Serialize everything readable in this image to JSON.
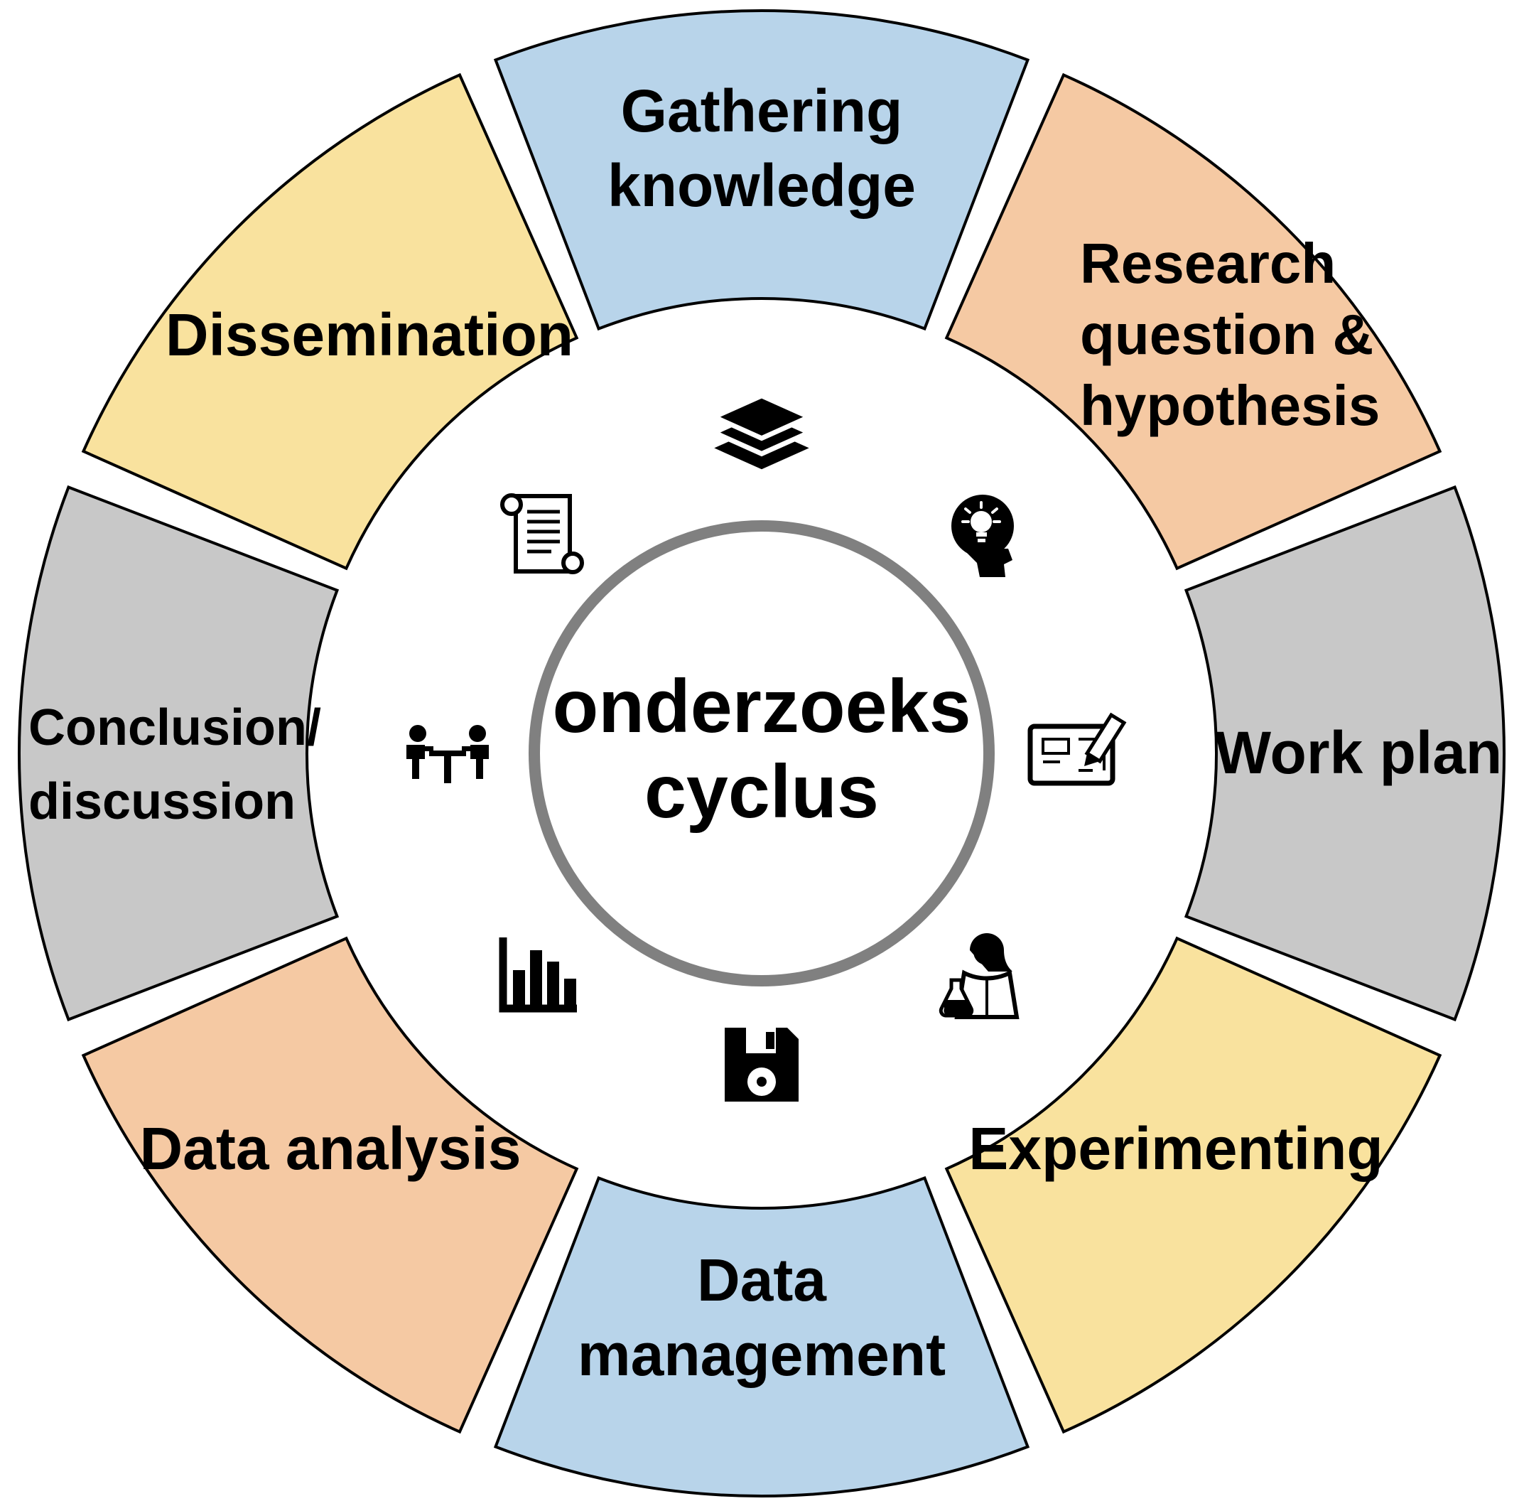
{
  "diagram": {
    "center": {
      "label": "onderzoeks cyclus",
      "lines": [
        "onderzoeks",
        "cyclus"
      ]
    },
    "palette": {
      "blue": "#b8d4ea",
      "orange": "#f5c9a3",
      "gray": "#c8c8c8",
      "yellow": "#f9e29e",
      "outline": "#000000",
      "center_ring": "#808080"
    },
    "segments": [
      {
        "id": "gathering-knowledge",
        "label": "Gathering knowledge",
        "lines": [
          "Gathering",
          "knowledge"
        ],
        "color": "#b8d4ea",
        "icon": "books-icon"
      },
      {
        "id": "research-question-hypothesis",
        "label": "Research question & hypothesis",
        "lines": [
          "Research",
          "question &",
          "hypothesis"
        ],
        "color": "#f5c9a3",
        "icon": "idea-head-icon"
      },
      {
        "id": "work-plan",
        "label": "Work plan",
        "lines": [
          "Work plan"
        ],
        "color": "#c8c8c8",
        "icon": "blueprint-icon"
      },
      {
        "id": "experimenting",
        "label": "Experimenting",
        "lines": [
          "Experimenting"
        ],
        "color": "#f9e29e",
        "icon": "scientist-icon"
      },
      {
        "id": "data-management",
        "label": "Data management",
        "lines": [
          "Data",
          "management"
        ],
        "color": "#b8d4ea",
        "icon": "floppy-disk-icon"
      },
      {
        "id": "data-analysis",
        "label": "Data analysis",
        "lines": [
          "Data analysis"
        ],
        "color": "#f5c9a3",
        "icon": "bar-chart-icon"
      },
      {
        "id": "conclusion-discussion",
        "label": "Conclusion/discussion",
        "lines": [
          "Conclusion/",
          "discussion"
        ],
        "color": "#c8c8c8",
        "icon": "meeting-icon"
      },
      {
        "id": "dissemination",
        "label": "Dissemination",
        "lines": [
          "Dissemination"
        ],
        "color": "#f9e29e",
        "icon": "scroll-icon"
      }
    ]
  }
}
